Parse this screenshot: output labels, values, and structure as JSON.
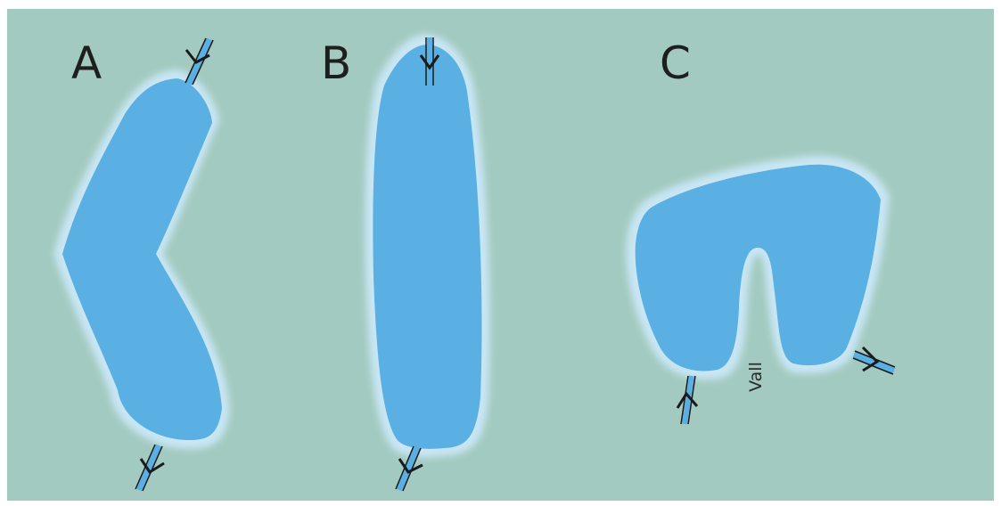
{
  "panels": [
    {
      "label": "A"
    },
    {
      "label": "B"
    },
    {
      "label": "C",
      "annotation": "Vall"
    }
  ],
  "colors": {
    "background": "#a3cac0",
    "water": "#5aafe3",
    "shore_glow": "#c8e6f4",
    "arrow": "#1a1a1a"
  },
  "icons": [
    "inflow-arrow-icon",
    "outflow-arrow-icon"
  ]
}
